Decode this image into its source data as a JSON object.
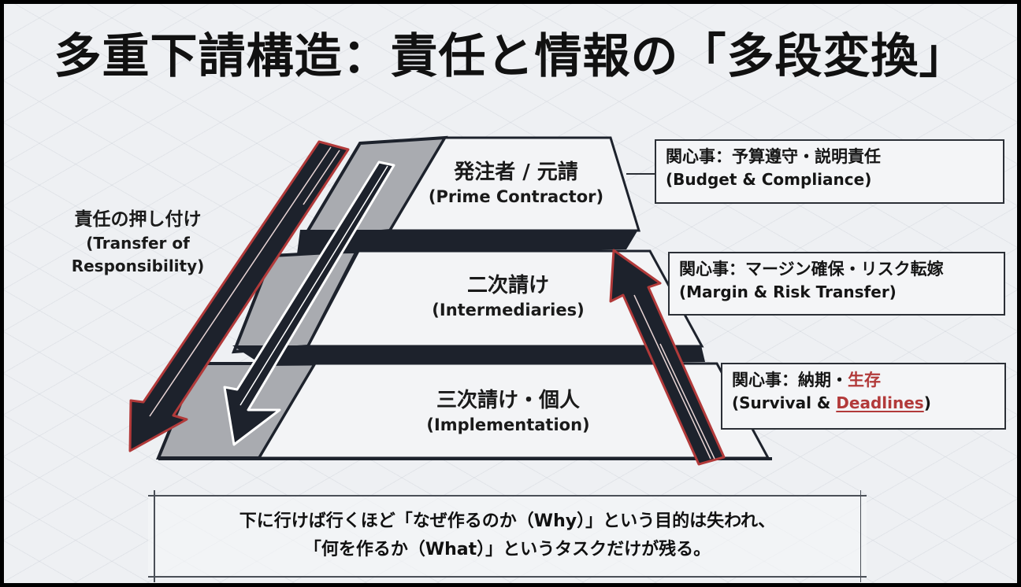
{
  "title": "多重下請構造：責任と情報の「多段変換」",
  "tiers": [
    {
      "jp": "発注者 / 元請",
      "en": "(Prime Contractor)"
    },
    {
      "jp": "二次請け",
      "en": "(Intermediaries)"
    },
    {
      "jp": "三次請け・個人",
      "en": "(Implementation)"
    }
  ],
  "left_label": {
    "jp": "責任の押し付け",
    "en_line1": "(Transfer of",
    "en_line2": "Responsibility)"
  },
  "callouts": [
    {
      "jp": "関心事：予算遵守・説明責任",
      "en": "(Budget & Compliance)"
    },
    {
      "jp": "関心事：マージン確保・リスク転嫁",
      "en": "(Margin & Risk Transfer)"
    },
    {
      "jp_prefix": "関心事：納期・",
      "jp_accent": "生存",
      "en_prefix": "(Survival & ",
      "en_accent": "Deadlines",
      "en_suffix": ")"
    }
  ],
  "summary": {
    "line1": "下に行けば行くほど「なぜ作るのか（Why）」という目的は失われ、",
    "line2": "「何を作るか（What）」というタスクだけが残る。"
  },
  "colors": {
    "dark": "#1d222c",
    "accent_red": "#b23a3a",
    "gray_face": "#a9abb0",
    "background": "#eef0f3"
  }
}
